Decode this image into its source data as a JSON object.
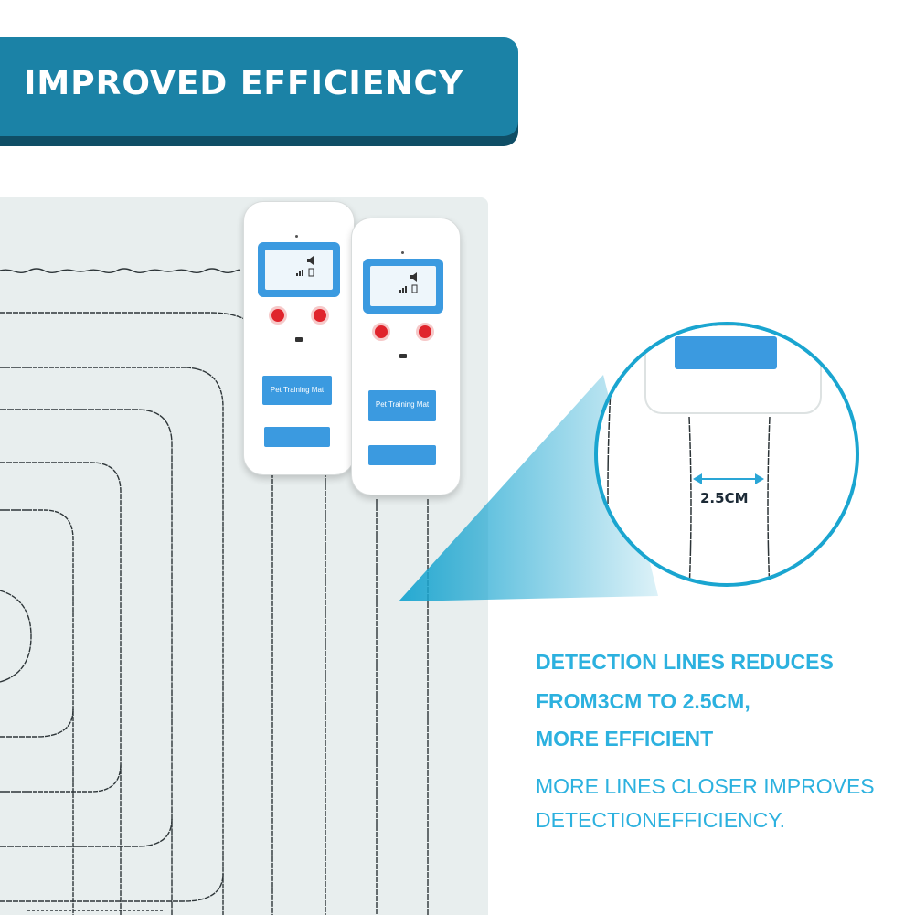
{
  "banner": {
    "title": "IMPROVED EFFICIENCY"
  },
  "devices": {
    "label": "Pet Training Mat"
  },
  "zoom": {
    "measurement": "2.5CM"
  },
  "description": {
    "headline_lines": [
      "DETECTION LINES REDUCES",
      "FROM3CM TO 2.5CM,",
      "MORE EFFICIENT"
    ],
    "body_lines": [
      "MORE LINES CLOSER IMPROVES",
      "DETECTIONEFFICIENCY."
    ]
  },
  "colors": {
    "banner": "#1b82a6",
    "banner_shadow": "#0f4e66",
    "accent": "#2cb1df",
    "device_blue": "#3b9ae0",
    "button_red": "#e0242c"
  },
  "icons": [
    "volume-icon",
    "signal-icon",
    "battery-icon",
    "double-arrow-icon"
  ]
}
